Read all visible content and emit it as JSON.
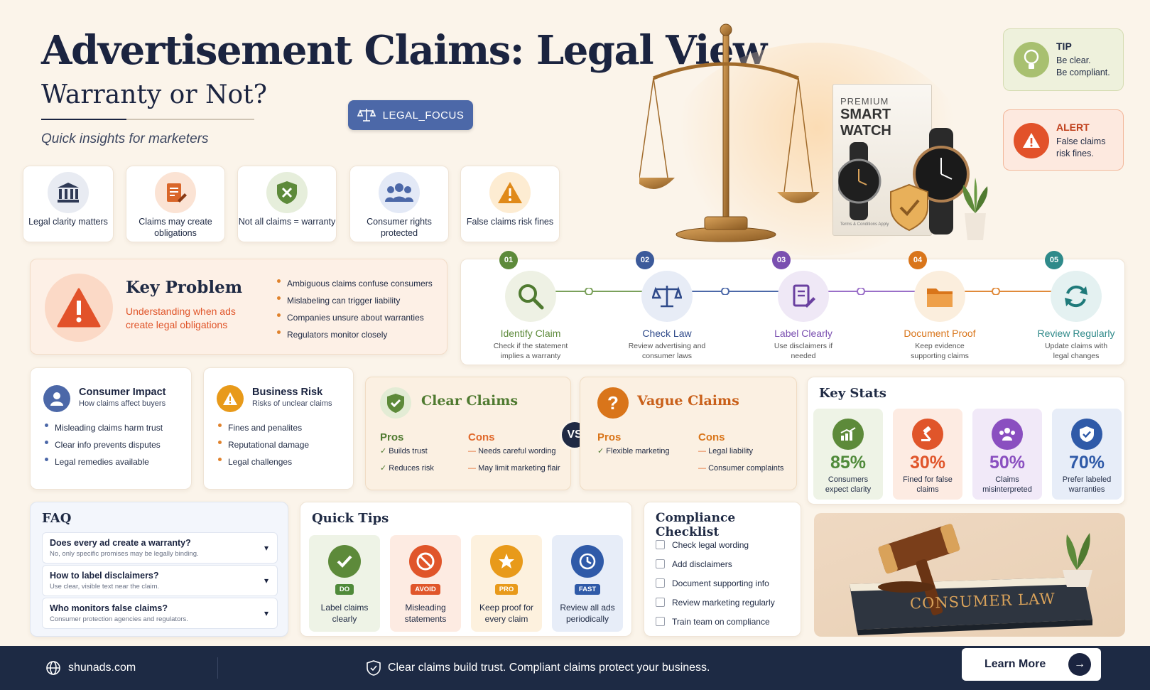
{
  "header": {
    "title": "Advertisement Claims: Legal View",
    "subtitle": "Warranty or Not?",
    "tagline": "Quick insights for marketers",
    "badge": "LEGAL_FOCUS"
  },
  "highlights": [
    {
      "label": "Legal clarity matters",
      "icon": "bank-icon",
      "color": "#3c4a6b"
    },
    {
      "label": "Claims may create obligations",
      "icon": "document-pen-icon",
      "color": "#d9662a"
    },
    {
      "label": "Not all claims = warranty",
      "icon": "shield-x-icon",
      "color": "#5d8a3a"
    },
    {
      "label": "Consumer rights protected",
      "icon": "people-icon",
      "color": "#4c68a8"
    },
    {
      "label": "False claims risk fines",
      "icon": "warning-icon",
      "color": "#e08a1a"
    }
  ],
  "hero_box": {
    "brand": "PREMIUM",
    "product_line1": "SMART",
    "product_line2": "WATCH",
    "fine_print": "Terms & Conditions Apply"
  },
  "tip": {
    "title": "TIP",
    "line1": "Be clear.",
    "line2": "Be compliant."
  },
  "alert": {
    "title": "ALERT",
    "line1": "False claims",
    "line2": "risk fines."
  },
  "problem": {
    "title": "Key Problem",
    "lead": "Understanding when ads create legal obligations",
    "bullets": [
      "Ambiguous claims confuse consumers",
      "Mislabeling can trigger liability",
      "Companies unsure about warranties",
      "Regulators monitor closely"
    ]
  },
  "steps": [
    {
      "num": "01",
      "title": "Identify Claim",
      "desc": "Check if the statement implies a warranty",
      "color": "#5d8a3a",
      "bg": "#eef1e4",
      "icon": "magnifier-icon"
    },
    {
      "num": "02",
      "title": "Check Law",
      "desc": "Review advertising and consumer laws",
      "color": "#3c5a9a",
      "bg": "#e7ecf6",
      "icon": "scale-icon"
    },
    {
      "num": "03",
      "title": "Label Clearly",
      "desc": "Use disclaimers if needed",
      "color": "#7a4fb0",
      "bg": "#efe8f6",
      "icon": "document-pen-icon"
    },
    {
      "num": "04",
      "title": "Document Proof",
      "desc": "Keep evidence supporting claims",
      "color": "#d9751a",
      "bg": "#fbeedd",
      "icon": "folder-icon"
    },
    {
      "num": "05",
      "title": "Review Regularly",
      "desc": "Update claims with legal changes",
      "color": "#2f8a8a",
      "bg": "#e4f1f1",
      "icon": "refresh-icon"
    }
  ],
  "consumer_impact": {
    "title": "Consumer Impact",
    "subtitle": "How claims affect buyers",
    "items": [
      "Misleading claims harm trust",
      "Clear info prevents disputes",
      "Legal remedies available"
    ]
  },
  "business_risk": {
    "title": "Business Risk",
    "subtitle": "Risks of unclear claims",
    "items": [
      "Fines and penalites",
      "Reputational damage",
      "Legal challenges"
    ]
  },
  "clear_claims": {
    "title": "Clear Claims",
    "pros_label": "Pros",
    "cons_label": "Cons",
    "pros": [
      "Builds trust",
      "Reduces risk"
    ],
    "cons": [
      "Needs careful wording",
      "May limit marketing flair"
    ]
  },
  "vs_label": "VS",
  "vague_claims": {
    "title": "Vague Claims",
    "pros_label": "Pros",
    "cons_label": "Cons",
    "pros": [
      "Flexible marketing"
    ],
    "cons": [
      "Legal liability",
      "Consumer complaints"
    ]
  },
  "stats": {
    "title": "Key Stats",
    "items": [
      {
        "value": "85%",
        "label": "Consumers expect clarity",
        "color": "#4f8a3a",
        "bg": "#eef3e6",
        "icon": "chart-up-icon"
      },
      {
        "value": "30%",
        "label": "Fined for false claims",
        "color": "#e0552a",
        "bg": "#fdebe2",
        "icon": "gavel-icon"
      },
      {
        "value": "50%",
        "label": "Claims misinterpreted",
        "color": "#8a4fc0",
        "bg": "#f1e9f8",
        "icon": "people-icon"
      },
      {
        "value": "70%",
        "label": "Prefer labeled warranties",
        "color": "#2f5aa8",
        "bg": "#e7edf8",
        "icon": "shield-check-icon"
      }
    ]
  },
  "faq": {
    "title": "FAQ",
    "items": [
      {
        "q": "Does every ad create a warranty?",
        "a": "No, only specific promises may be legally binding."
      },
      {
        "q": "How to label disclaimers?",
        "a": "Use clear, visible text near the claim."
      },
      {
        "q": "Who monitors false claims?",
        "a": "Consumer protection agencies and regulators."
      }
    ]
  },
  "tips": {
    "title": "Quick Tips",
    "items": [
      {
        "tag": "DO",
        "label": "Label claims clearly",
        "color": "#4f8a3a",
        "bg": "#eef3e6",
        "icon": "check-circle-icon"
      },
      {
        "tag": "AVOID",
        "label": "Misleading statements",
        "color": "#e0552a",
        "bg": "#fdebe2",
        "icon": "prohibited-icon"
      },
      {
        "tag": "PRO",
        "label": "Keep proof for every claim",
        "color": "#e89a1a",
        "bg": "#fdf1de",
        "icon": "star-icon"
      },
      {
        "tag": "FAST",
        "label": "Review all ads periodically",
        "color": "#2f5aa8",
        "bg": "#e7edf8",
        "icon": "clock-icon"
      }
    ]
  },
  "checklist": {
    "title": "Compliance Checklist",
    "items": [
      "Check legal wording",
      "Add disclaimers",
      "Document supporting info",
      "Review marketing regularly",
      "Train team on compliance"
    ]
  },
  "law_book": {
    "label": "CONSUMER LAW"
  },
  "footer": {
    "site": "shunads.com",
    "message": "Clear claims build trust. Compliant claims protect your business.",
    "cta": "Learn More"
  }
}
